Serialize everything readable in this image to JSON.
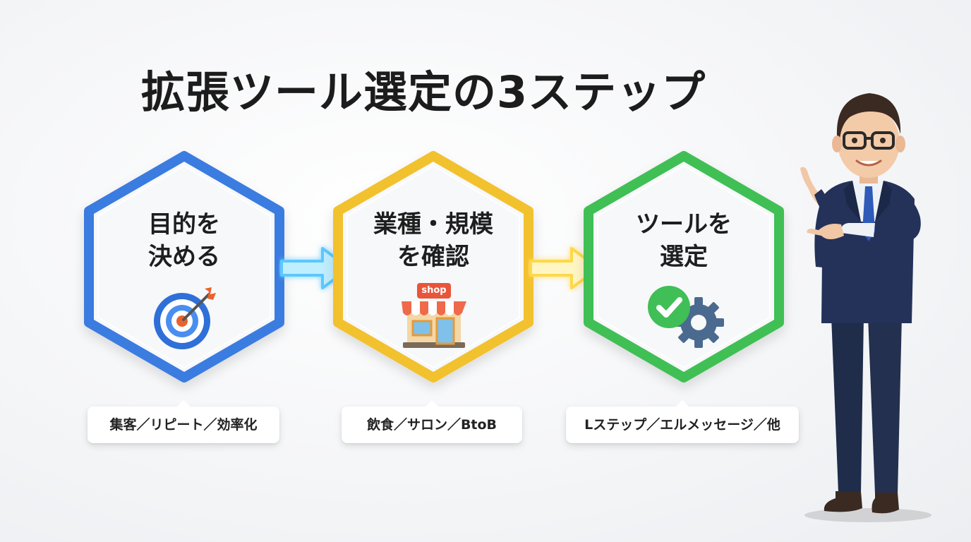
{
  "title": "拡張ツール選定の3ステップ",
  "steps": [
    {
      "line1": "目的を",
      "line2": "決める",
      "icon": "target-icon",
      "color": "#3b7be0",
      "tag": "集客／リピート／効率化"
    },
    {
      "line1": "業種・規模",
      "line2": "を確認",
      "icon": "shop-icon",
      "icon_text": "shop",
      "color": "#f2c12e",
      "tag": "飲食／サロン／BtoB"
    },
    {
      "line1": "ツールを",
      "line2": "選定",
      "icon": "check-gear-icon",
      "color": "#3fbf55",
      "tag": "Lステップ／エルメッセージ／他"
    }
  ],
  "arrows": [
    {
      "icon": "arrow-right-icon",
      "color": "#6fd3ff"
    },
    {
      "icon": "arrow-right-icon",
      "color": "#ffe36a"
    }
  ],
  "presenter": {
    "icon": "businessman-pointing-icon"
  }
}
